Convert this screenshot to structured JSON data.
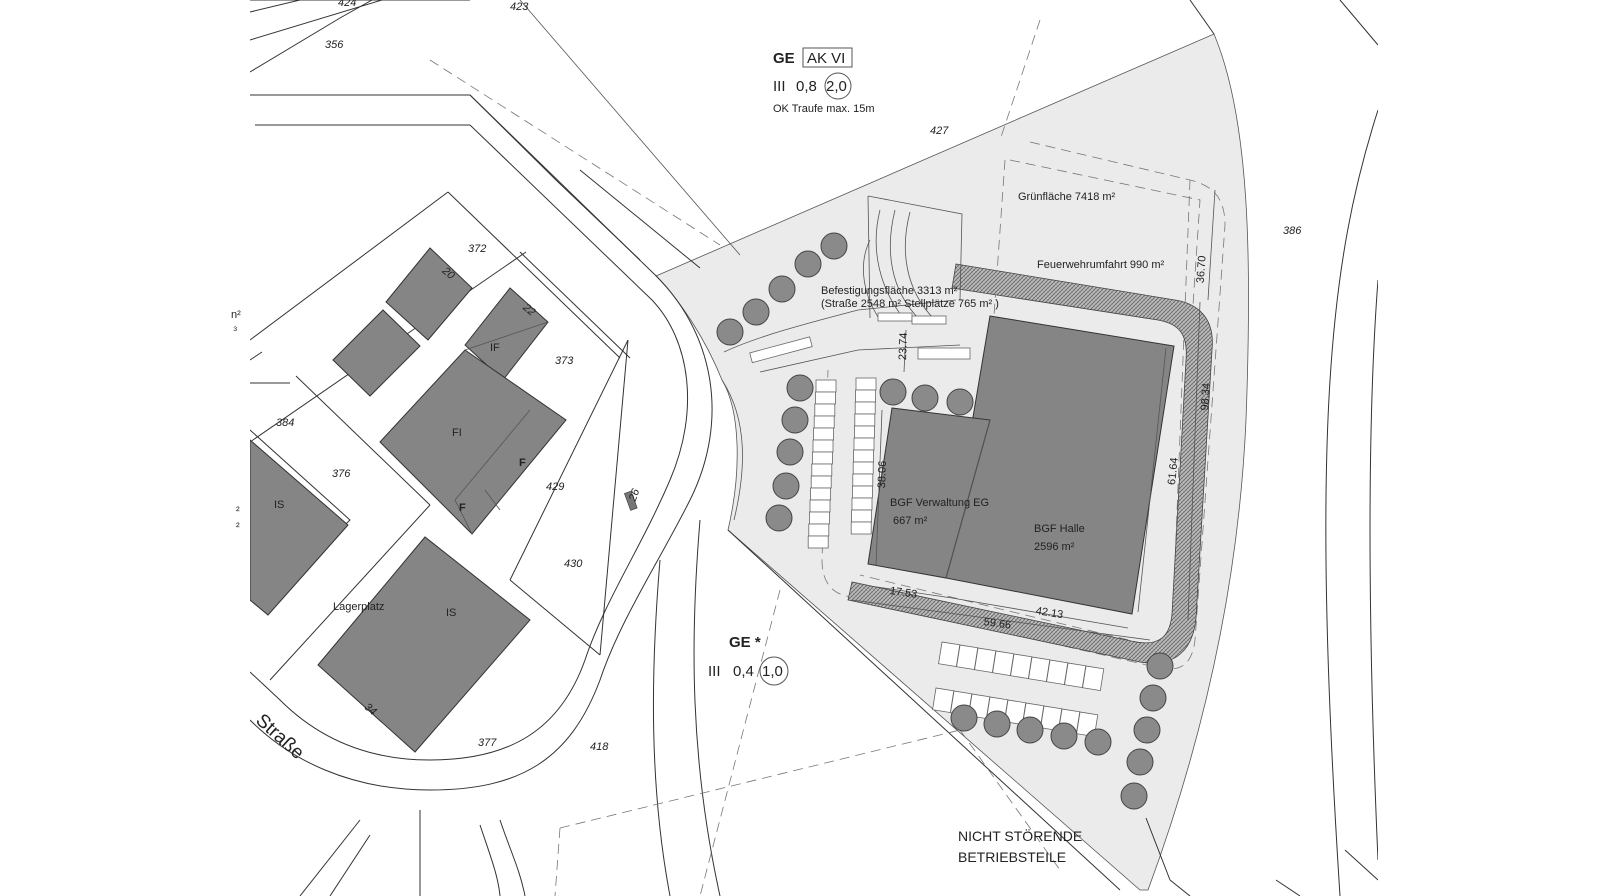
{
  "parcels": {
    "p424": "424",
    "p423": "423",
    "p356": "356",
    "p427": "427",
    "p386": "386",
    "p372": "372",
    "p373": "373",
    "p384": "384",
    "p376": "376",
    "p429": "429",
    "p430": "430",
    "p377": "377",
    "p418": "418"
  },
  "house_numbers": {
    "h20": "20",
    "h22": "22",
    "h26": "26",
    "h34": "34"
  },
  "building_codes": {
    "b_if": "IF",
    "b_fi": "FI",
    "b_f1": "F",
    "b_f2": "F",
    "b_is1": "IS",
    "b_is2": "IS"
  },
  "zones": {
    "zone1": {
      "type": "GE",
      "class": "AK VI",
      "storeys": "III",
      "grz": "0,8",
      "gfz": "2,0",
      "height_note": "OK Traufe max. 15m"
    },
    "zone2": {
      "type": "GE *",
      "storeys": "III",
      "grz": "0,4",
      "gfz": "1,0"
    }
  },
  "site_labels": {
    "lagerplatz": "Lagerplatz",
    "street": "Straße",
    "gruenflaeche": "Grünfläche  7418  m²",
    "feuerwehr": "Feuerwehrumfahrt  990  m²",
    "befestigung_line1": "Befestigungsfläche  3313  m²",
    "befestigung_line2": "(Straße 2548 m²   Stellplätze 765 m² )",
    "bgf_verwaltung": "BGF Verwaltung EG",
    "bgf_verwaltung_area": "667 m²",
    "bgf_halle": "BGF Halle",
    "bgf_halle_area": "2596 m²",
    "nicht_stoerend_line1": "NICHT STÖRENDE",
    "nicht_stoerend_line2": "BETRIEBSTEILE"
  },
  "dimensions": {
    "d3670": "36.70",
    "d2374": "23.74",
    "d9834": "98.34",
    "d3806": "38.06",
    "d6164": "61.64",
    "d1753": "17.53",
    "d4213": "42.13",
    "d5966": "59.66"
  },
  "edge_fragments": {
    "f1": "n²",
    "f2": "₃",
    "f3": "²",
    "f4": "²"
  }
}
